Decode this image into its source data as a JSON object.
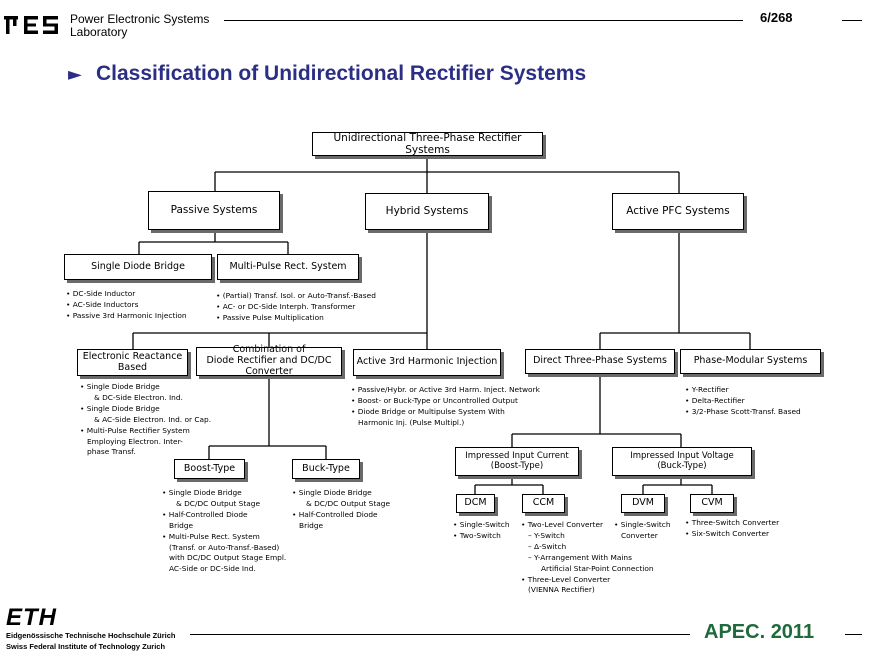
{
  "header": {
    "logo_text": "PES",
    "lab_line1": "Power Electronic Systems",
    "lab_line2": "Laboratory",
    "page_number": "6/268"
  },
  "title": {
    "marker": "►",
    "text": "Classification of Unidirectional Rectifier Systems"
  },
  "diagram": {
    "root": "Unidirectional Three-Phase Rectifier Systems",
    "passive": "Passive  Systems",
    "hybrid": "Hybrid Systems",
    "active": "Active PFC Systems",
    "single_diode": "Single Diode Bridge",
    "multi_pulse": "Multi-Pulse Rect. System",
    "single_diode_list": [
      "DC-Side Inductor",
      "AC-Side Inductors",
      "Passive 3rd Harmonic Injection"
    ],
    "multi_pulse_list": [
      "(Partial) Transf. Isol. or Auto-Transf.-Based",
      "AC- or DC-Side Interph. Transformer",
      "Passive Pulse Multiplication"
    ],
    "electronic_reactance": "Electronic Reactance Based",
    "combination_l1": "Combination of",
    "combination_l2": "Diode Rectifier and DC/DC Converter",
    "active_3rd_harmonic": "Active 3rd Harmonic Injection",
    "direct_three_phase": "Direct Three-Phase Systems",
    "phase_modular": "Phase-Modular Systems",
    "electronic_reactance_list": [
      "Single Diode Bridge",
      "& DC-Side Electron. Ind.",
      "Single Diode Bridge",
      "& AC-Side Electron. Ind. or Cap.",
      "Multi-Pulse Rectifier System",
      "Employing Electron. Inter-",
      "phase Transf."
    ],
    "active_3rd_list": [
      "Passive/Hybr. or Active 3rd Harm. Inject. Network",
      "Boost- or Buck-Type or Uncontrolled Output",
      "Diode Bridge or Multipulse System With",
      "Harmonic Inj. (Pulse Multipl.)"
    ],
    "phase_modular_list": [
      "Y-Rectifier",
      "Delta-Rectifier",
      "3/2-Phase Scott-Transf. Based"
    ],
    "boost_type": "Boost-Type",
    "buck_type": "Buck-Type",
    "boost_list": [
      "Single Diode Bridge",
      "& DC/DC Output Stage",
      "Half-Controlled Diode",
      "Bridge",
      "Multi-Pulse Rect. System",
      "(Transf. or Auto-Transf.-Based)",
      "with DC/DC Output Stage Empl.",
      "AC-Side or DC-Side Ind."
    ],
    "buck_list": [
      "Single Diode Bridge",
      "& DC/DC Output Stage",
      "Half-Controlled Diode",
      "Bridge"
    ],
    "impressed_current_l1": "Impressed Input Current",
    "impressed_current_l2": "(Boost-Type)",
    "impressed_voltage_l1": "Impressed Input Voltage",
    "impressed_voltage_l2": "(Buck-Type)",
    "dcm": "DCM",
    "ccm": "CCM",
    "dvm": "DVM",
    "cvm": "CVM",
    "dcm_list": [
      "Single-Switch",
      "Two-Switch"
    ],
    "ccm_list": [
      "Two-Level Converter",
      "Y-Switch",
      "Δ-Switch",
      "Y-Arrangement With Mains",
      "Artificial Star-Point Connection",
      "Three-Level Converter",
      "(VIENNA Rectifier)"
    ],
    "dvm_list": [
      "Single-Switch",
      "Converter"
    ],
    "cvm_list": [
      "Three-Switch Converter",
      "Six-Switch Converter"
    ]
  },
  "footer": {
    "eth_logo": "ETH",
    "eth_line1": "Eidgenössische Technische Hochschule Zürich",
    "eth_line2": "Swiss Federal Institute of Technology Zurich",
    "apec_logo": "APEC.",
    "apec_year": "2011"
  }
}
